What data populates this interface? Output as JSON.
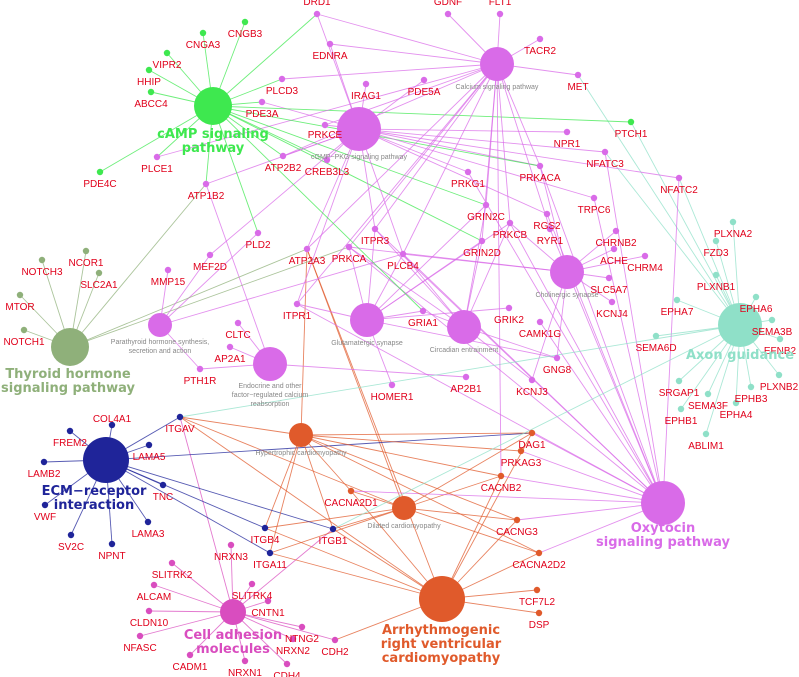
{
  "colors": {
    "camp": "#3ee84f",
    "calcium": "#d96be8",
    "thyroid": "#8fb07a",
    "axon": "#8fe0c8",
    "ecm": "#1f2499",
    "cell": "#d94dbf",
    "cardio": "#e05a2b",
    "label": "#e0001b",
    "termlabel": "#888888"
  },
  "hubs": [
    {
      "id": "camp",
      "lines": [
        "cAMP signaling",
        "pathway"
      ],
      "color": "camp"
    },
    {
      "id": "thyroid",
      "lines": [
        "Thyroid hormone",
        "signaling pathway"
      ],
      "color": "thyroid"
    },
    {
      "id": "axon",
      "lines": [
        "Axon guidance"
      ],
      "color": "axon"
    },
    {
      "id": "ecm",
      "lines": [
        "ECM−receptor",
        "interaction"
      ],
      "color": "ecm"
    },
    {
      "id": "oxytocin",
      "lines": [
        "Oxytocin",
        "signaling pathway"
      ],
      "color": "calcium"
    },
    {
      "id": "cell",
      "lines": [
        "Cell adhesion",
        "molecules"
      ],
      "color": "cell"
    },
    {
      "id": "arvc",
      "lines": [
        "Arrhythmogenic",
        "right ventricular",
        "cardiomyopathy"
      ],
      "color": "cardio"
    }
  ],
  "terms": [
    {
      "id": "calcium",
      "lines": [
        "Calcium signaling pathway"
      ],
      "color": "calcium"
    },
    {
      "id": "cgmp",
      "lines": [
        "cGMP−PKG signaling pathway"
      ],
      "color": "calcium"
    },
    {
      "id": "cholinergic",
      "lines": [
        "Cholinergic synapse"
      ],
      "color": "calcium"
    },
    {
      "id": "glutamatergic",
      "lines": [
        "Glutamatergic synapse"
      ],
      "color": "calcium"
    },
    {
      "id": "circadian",
      "lines": [
        "Circadian entrainment"
      ],
      "color": "calcium"
    },
    {
      "id": "parathyroid",
      "lines": [
        "Parathyroid hormone synthesis,",
        "secretion and action"
      ],
      "color": "calcium"
    },
    {
      "id": "endocrine",
      "lines": [
        "Endocrine and other",
        "factor−regulated calcium",
        "reabsorption"
      ],
      "color": "calcium"
    },
    {
      "id": "hcm",
      "lines": [
        "Hypertrophic cardiomyopathy"
      ],
      "color": "cardio"
    },
    {
      "id": "dcm",
      "lines": [
        "Dilated cardiomyopathy"
      ],
      "color": "cardio"
    }
  ],
  "genes": [
    {
      "id": "DRD1",
      "label": "DRD1",
      "color": "calcium",
      "links": [
        "calcium",
        "cgmp",
        "camp"
      ]
    },
    {
      "id": "GDNF",
      "label": "GDNF",
      "color": "calcium",
      "links": [
        "calcium"
      ]
    },
    {
      "id": "FLT1",
      "label": "FLT1",
      "color": "calcium",
      "links": [
        "calcium"
      ]
    },
    {
      "id": "TACR2",
      "label": "TACR2",
      "color": "calcium",
      "links": [
        "calcium"
      ]
    },
    {
      "id": "MET",
      "label": "MET",
      "color": "calcium",
      "links": [
        "calcium",
        "axon"
      ]
    },
    {
      "id": "CNGB3",
      "label": "CNGB3",
      "color": "camp",
      "links": [
        "camp"
      ]
    },
    {
      "id": "CNGA3",
      "label": "CNGA3",
      "color": "camp",
      "links": [
        "camp"
      ]
    },
    {
      "id": "VIPR2",
      "label": "VIPR2",
      "color": "camp",
      "links": [
        "camp"
      ]
    },
    {
      "id": "HHIP",
      "label": "HHIP",
      "color": "camp",
      "links": [
        "camp"
      ]
    },
    {
      "id": "ABCC4",
      "label": "ABCC4",
      "color": "camp",
      "links": [
        "camp"
      ]
    },
    {
      "id": "EDNRA",
      "label": "EDNRA",
      "color": "calcium",
      "links": [
        "calcium",
        "cgmp"
      ]
    },
    {
      "id": "PLCD3",
      "label": "PLCD3",
      "color": "calcium",
      "links": [
        "calcium",
        "camp"
      ]
    },
    {
      "id": "IRAG1",
      "label": "IRAG1",
      "color": "calcium",
      "links": [
        "cgmp"
      ]
    },
    {
      "id": "PDE5A",
      "label": "PDE5A",
      "color": "calcium",
      "links": [
        "cgmp"
      ]
    },
    {
      "id": "PDE3A",
      "label": "PDE3A",
      "color": "calcium",
      "links": [
        "camp",
        "cgmp"
      ]
    },
    {
      "id": "PRKCE",
      "label": "PRKCE",
      "color": "calcium",
      "links": [
        "calcium",
        "cgmp"
      ]
    },
    {
      "id": "PTCH1",
      "label": "PTCH1",
      "color": "camp",
      "links": [
        "camp",
        "axon"
      ]
    },
    {
      "id": "NPR1",
      "label": "NPR1",
      "color": "calcium",
      "links": [
        "cgmp"
      ]
    },
    {
      "id": "NFATC3",
      "label": "NFATC3",
      "color": "calcium",
      "links": [
        "cgmp",
        "oxytocin",
        "axon"
      ]
    },
    {
      "id": "NFATC2",
      "label": "NFATC2",
      "color": "calcium",
      "links": [
        "cgmp",
        "oxytocin",
        "axon"
      ]
    },
    {
      "id": "PDE4C",
      "label": "PDE4C",
      "color": "camp",
      "links": [
        "camp"
      ]
    },
    {
      "id": "PLCE1",
      "label": "PLCE1",
      "color": "calcium",
      "links": [
        "calcium",
        "camp"
      ]
    },
    {
      "id": "ATP2B2",
      "label": "ATP2B2",
      "color": "calcium",
      "links": [
        "calcium",
        "camp",
        "cgmp"
      ]
    },
    {
      "id": "CREB3L3",
      "label": "CREB3L3",
      "color": "calcium",
      "links": [
        "camp",
        "cgmp"
      ]
    },
    {
      "id": "PRKG1",
      "label": "PRKG1",
      "color": "calcium",
      "links": [
        "cgmp",
        "oxytocin"
      ]
    },
    {
      "id": "PRKACA",
      "label": "PRKACA",
      "color": "calcium",
      "links": [
        "calcium",
        "cgmp",
        "oxytocin",
        "cholinergic",
        "camp"
      ]
    },
    {
      "id": "TRPC6",
      "label": "TRPC6",
      "color": "calcium",
      "links": [
        "cgmp",
        "oxytocin"
      ]
    },
    {
      "id": "GRIN2C",
      "label": "GRIN2C",
      "color": "calcium",
      "links": [
        "calcium",
        "camp",
        "glutamatergic",
        "circadian"
      ]
    },
    {
      "id": "PRKCB",
      "label": "PRKCB",
      "color": "calcium",
      "links": [
        "calcium",
        "glutamatergic",
        "circadian",
        "cholinergic",
        "oxytocin"
      ]
    },
    {
      "id": "RGS2",
      "label": "RGS2",
      "color": "calcium",
      "links": [
        "cgmp",
        "oxytocin"
      ]
    },
    {
      "id": "GRIN2D",
      "label": "GRIN2D",
      "color": "calcium",
      "links": [
        "calcium",
        "camp",
        "glutamatergic",
        "circadian"
      ]
    },
    {
      "id": "RYR1",
      "label": "RYR1",
      "color": "calcium",
      "links": [
        "calcium",
        "oxytocin"
      ]
    },
    {
      "id": "CHRNB2",
      "label": "CHRNB2",
      "color": "calcium",
      "links": [
        "cholinergic"
      ]
    },
    {
      "id": "ACHE",
      "label": "ACHE",
      "color": "calcium",
      "links": [
        "cholinergic"
      ]
    },
    {
      "id": "CHRM4",
      "label": "CHRM4",
      "color": "calcium",
      "links": [
        "cholinergic"
      ]
    },
    {
      "id": "SLC5A7",
      "label": "SLC5A7",
      "color": "calcium",
      "links": [
        "cholinergic"
      ]
    },
    {
      "id": "KCNJ4",
      "label": "KCNJ4",
      "color": "calcium",
      "links": [
        "cholinergic"
      ]
    },
    {
      "id": "ATP1B2",
      "label": "ATP1B2",
      "color": "calcium",
      "links": [
        "camp",
        "cgmp",
        "thyroid",
        "endocrine"
      ]
    },
    {
      "id": "PLD2",
      "label": "PLD2",
      "color": "calcium",
      "links": [
        "camp",
        "parathyroid"
      ]
    },
    {
      "id": "ATP2A3",
      "label": "ATP2A3",
      "color": "calcium",
      "links": [
        "calcium",
        "cgmp",
        "thyroid",
        "hcm",
        "dcm",
        "arvc"
      ]
    },
    {
      "id": "ITPR3",
      "label": "ITPR3",
      "color": "calcium",
      "links": [
        "calcium",
        "cgmp",
        "oxytocin",
        "circadian",
        "glutamatergic"
      ]
    },
    {
      "id": "PRKCA",
      "label": "PRKCA",
      "color": "calcium",
      "links": [
        "calcium",
        "glutamatergic",
        "circadian",
        "cholinergic",
        "thyroid",
        "oxytocin"
      ]
    },
    {
      "id": "PLCB4",
      "label": "PLCB4",
      "color": "calcium",
      "links": [
        "calcium",
        "cgmp",
        "glutamatergic",
        "circadian",
        "cholinergic",
        "parathyroid",
        "oxytocin"
      ]
    },
    {
      "id": "MEF2D",
      "label": "MEF2D",
      "color": "calcium",
      "links": [
        "cgmp",
        "parathyroid"
      ]
    },
    {
      "id": "MMP15",
      "label": "MMP15",
      "color": "calcium",
      "links": [
        "parathyroid"
      ]
    },
    {
      "id": "CLTC",
      "label": "CLTC",
      "color": "calcium",
      "links": [
        "endocrine"
      ]
    },
    {
      "id": "AP2A1",
      "label": "AP2A1",
      "color": "calcium",
      "links": [
        "endocrine"
      ]
    },
    {
      "id": "PTH1R",
      "label": "PTH1R",
      "color": "calcium",
      "links": [
        "parathyroid",
        "endocrine"
      ]
    },
    {
      "id": "ITPR1",
      "label": "ITPR1",
      "color": "calcium",
      "links": [
        "calcium",
        "cgmp",
        "oxytocin",
        "glutamatergic"
      ]
    },
    {
      "id": "GRIA1",
      "label": "GRIA1",
      "color": "calcium",
      "links": [
        "glutamatergic",
        "circadian",
        "camp"
      ]
    },
    {
      "id": "GRIK2",
      "label": "GRIK2",
      "color": "calcium",
      "links": [
        "glutamatergic"
      ]
    },
    {
      "id": "CAMK1G",
      "label": "CAMK1G",
      "color": "calcium",
      "links": [
        "oxytocin"
      ]
    },
    {
      "id": "GNG8",
      "label": "GNG8",
      "color": "calcium",
      "links": [
        "circadian",
        "glutamatergic",
        "cholinergic"
      ]
    },
    {
      "id": "KCNJ3",
      "label": "KCNJ3",
      "color": "calcium",
      "links": [
        "cholinergic",
        "circadian"
      ]
    },
    {
      "id": "AP2B1",
      "label": "AP2B1",
      "color": "calcium",
      "links": [
        "endocrine"
      ]
    },
    {
      "id": "HOMER1",
      "label": "HOMER1",
      "color": "calcium",
      "links": [
        "glutamatergic"
      ]
    },
    {
      "id": "NCOR1",
      "label": "NCOR1",
      "color": "thyroid",
      "links": [
        "thyroid"
      ]
    },
    {
      "id": "NOTCH3",
      "label": "NOTCH3",
      "color": "thyroid",
      "links": [
        "thyroid"
      ]
    },
    {
      "id": "SLC2A1",
      "label": "SLC2A1",
      "color": "thyroid",
      "links": [
        "thyroid"
      ]
    },
    {
      "id": "MTOR",
      "label": "MTOR",
      "color": "thyroid",
      "links": [
        "thyroid"
      ]
    },
    {
      "id": "NOTCH1",
      "label": "NOTCH1",
      "color": "thyroid",
      "links": [
        "thyroid"
      ]
    },
    {
      "id": "PLXNA2",
      "label": "PLXNA2",
      "color": "axon",
      "links": [
        "axon"
      ]
    },
    {
      "id": "FZD3",
      "label": "FZD3",
      "color": "axon",
      "links": [
        "axon"
      ]
    },
    {
      "id": "PLXNB1",
      "label": "PLXNB1",
      "color": "axon",
      "links": [
        "axon"
      ]
    },
    {
      "id": "EPHA6",
      "label": "EPHA6",
      "color": "axon",
      "links": [
        "axon"
      ]
    },
    {
      "id": "EPHA7",
      "label": "EPHA7",
      "color": "axon",
      "links": [
        "axon"
      ]
    },
    {
      "id": "SEMA3B",
      "label": "SEMA3B",
      "color": "axon",
      "links": [
        "axon"
      ]
    },
    {
      "id": "EFNB2",
      "label": "EFNB2",
      "color": "axon",
      "links": [
        "axon"
      ]
    },
    {
      "id": "SEMA6D",
      "label": "SEMA6D",
      "color": "axon",
      "links": [
        "axon"
      ]
    },
    {
      "id": "PLXNB2",
      "label": "PLXNB2",
      "color": "axon",
      "links": [
        "axon"
      ]
    },
    {
      "id": "SRGAP1",
      "label": "SRGAP1",
      "color": "axon",
      "links": [
        "axon"
      ]
    },
    {
      "id": "EPHB3",
      "label": "EPHB3",
      "color": "axon",
      "links": [
        "axon"
      ]
    },
    {
      "id": "SEMA3F",
      "label": "SEMA3F",
      "color": "axon",
      "links": [
        "axon"
      ]
    },
    {
      "id": "EPHA4",
      "label": "EPHA4",
      "color": "axon",
      "links": [
        "axon"
      ]
    },
    {
      "id": "EPHB1",
      "label": "EPHB1",
      "color": "axon",
      "links": [
        "axon"
      ]
    },
    {
      "id": "ABLIM1",
      "label": "ABLIM1",
      "color": "axon",
      "links": [
        "axon"
      ]
    },
    {
      "id": "COL4A1",
      "label": "COL4A1",
      "color": "ecm",
      "links": [
        "ecm"
      ]
    },
    {
      "id": "FREM2",
      "label": "FREM2",
      "color": "ecm",
      "links": [
        "ecm"
      ]
    },
    {
      "id": "LAMA5",
      "label": "LAMA5",
      "color": "ecm",
      "links": [
        "ecm"
      ]
    },
    {
      "id": "LAMB2",
      "label": "LAMB2",
      "color": "ecm",
      "links": [
        "ecm"
      ]
    },
    {
      "id": "TNC",
      "label": "TNC",
      "color": "ecm",
      "links": [
        "ecm"
      ]
    },
    {
      "id": "VWF",
      "label": "VWF",
      "color": "ecm",
      "links": [
        "ecm"
      ]
    },
    {
      "id": "LAMA3",
      "label": "LAMA3",
      "color": "ecm",
      "links": [
        "ecm"
      ]
    },
    {
      "id": "SV2C",
      "label": "SV2C",
      "color": "ecm",
      "links": [
        "ecm"
      ]
    },
    {
      "id": "NPNT",
      "label": "NPNT",
      "color": "ecm",
      "links": [
        "ecm"
      ]
    },
    {
      "id": "ITGAV",
      "label": "ITGAV",
      "color": "ecm",
      "links": [
        "ecm",
        "hcm",
        "dcm",
        "arvc",
        "cell",
        "axon"
      ]
    },
    {
      "id": "DAG1",
      "label": "DAG1",
      "color": "cardio",
      "links": [
        "ecm",
        "hcm",
        "dcm",
        "arvc",
        "oxytocin"
      ]
    },
    {
      "id": "PRKAG3",
      "label": "PRKAG3",
      "color": "cardio",
      "links": [
        "hcm",
        "oxytocin"
      ]
    },
    {
      "id": "CACNB2",
      "label": "CACNB2",
      "color": "cardio",
      "links": [
        "hcm",
        "dcm",
        "arvc",
        "oxytocin",
        "calcium"
      ]
    },
    {
      "id": "CACNA2D1",
      "label": "CACNA2D1",
      "color": "cardio",
      "links": [
        "hcm",
        "dcm",
        "arvc",
        "oxytocin"
      ]
    },
    {
      "id": "CACNG3",
      "label": "CACNG3",
      "color": "cardio",
      "links": [
        "hcm",
        "dcm",
        "arvc",
        "oxytocin"
      ]
    },
    {
      "id": "CACNA2D2",
      "label": "CACNA2D2",
      "color": "cardio",
      "links": [
        "hcm",
        "dcm",
        "arvc",
        "oxytocin"
      ]
    },
    {
      "id": "ITGB4",
      "label": "ITGB4",
      "color": "ecm",
      "links": [
        "ecm",
        "hcm",
        "dcm",
        "arvc"
      ]
    },
    {
      "id": "ITGB1",
      "label": "ITGB1",
      "color": "ecm",
      "links": [
        "ecm",
        "hcm",
        "dcm",
        "arvc",
        "cell",
        "axon"
      ]
    },
    {
      "id": "ITGA11",
      "label": "ITGA11",
      "color": "ecm",
      "links": [
        "ecm",
        "hcm",
        "dcm",
        "arvc"
      ]
    },
    {
      "id": "TCF7L2",
      "label": "TCF7L2",
      "color": "cardio",
      "links": [
        "arvc"
      ]
    },
    {
      "id": "DSP",
      "label": "DSP",
      "color": "cardio",
      "links": [
        "arvc"
      ]
    },
    {
      "id": "NRXN3",
      "label": "NRXN3",
      "color": "cell",
      "links": [
        "cell"
      ]
    },
    {
      "id": "SLITRK2",
      "label": "SLITRK2",
      "color": "cell",
      "links": [
        "cell"
      ]
    },
    {
      "id": "SLITRK4",
      "label": "SLITRK4",
      "color": "cell",
      "links": [
        "cell"
      ]
    },
    {
      "id": "CNTN1",
      "label": "CNTN1",
      "color": "cell",
      "links": [
        "cell"
      ]
    },
    {
      "id": "ALCAM",
      "label": "ALCAM",
      "color": "cell",
      "links": [
        "cell"
      ]
    },
    {
      "id": "CLDN10",
      "label": "CLDN10",
      "color": "cell",
      "links": [
        "cell"
      ]
    },
    {
      "id": "NTNG2",
      "label": "NTNG2",
      "color": "cell",
      "links": [
        "cell"
      ]
    },
    {
      "id": "NFASC",
      "label": "NFASC",
      "color": "cell",
      "links": [
        "cell"
      ]
    },
    {
      "id": "NRXN2",
      "label": "NRXN2",
      "color": "cell",
      "links": [
        "cell"
      ]
    },
    {
      "id": "CDH2",
      "label": "CDH2",
      "color": "cell",
      "links": [
        "cell",
        "arvc"
      ]
    },
    {
      "id": "CADM1",
      "label": "CADM1",
      "color": "cell",
      "links": [
        "cell"
      ]
    },
    {
      "id": "NRXN1",
      "label": "NRXN1",
      "color": "cell",
      "links": [
        "cell"
      ]
    },
    {
      "id": "CDH4",
      "label": "CDH4",
      "color": "cell",
      "links": [
        "cell"
      ]
    }
  ]
}
